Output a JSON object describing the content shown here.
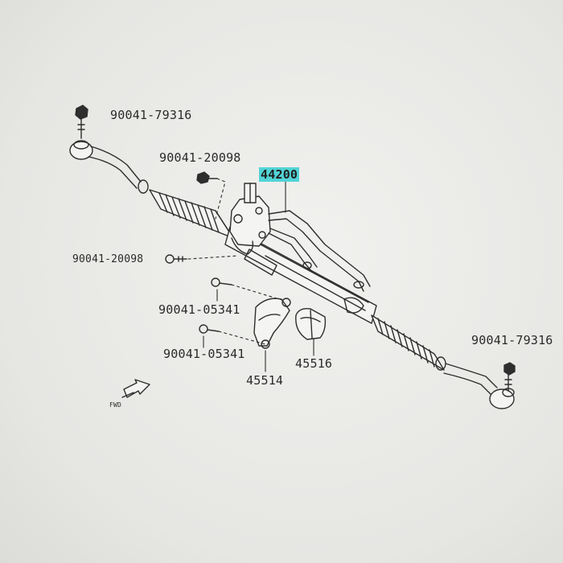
{
  "labels": {
    "tie_rod_nut_left": "90041-79316",
    "tie_rod_nut_right": "90041-79316",
    "mount_bolt_upper": "90041-20098",
    "mount_bolt_left": "90041-20098",
    "steering_rack_assembly": "44200",
    "clamp_bolt_upper": "90041-05341",
    "clamp_bolt_lower": "90041-05341",
    "rack_bracket": "45514",
    "rack_bushing": "45516",
    "front_arrow_text": "FWD"
  },
  "colors": {
    "highlight": "#52d4d6",
    "line": "#2e2e2e",
    "paper": "#efefed"
  },
  "icons": {
    "front": "front-direction-arrow-icon"
  }
}
